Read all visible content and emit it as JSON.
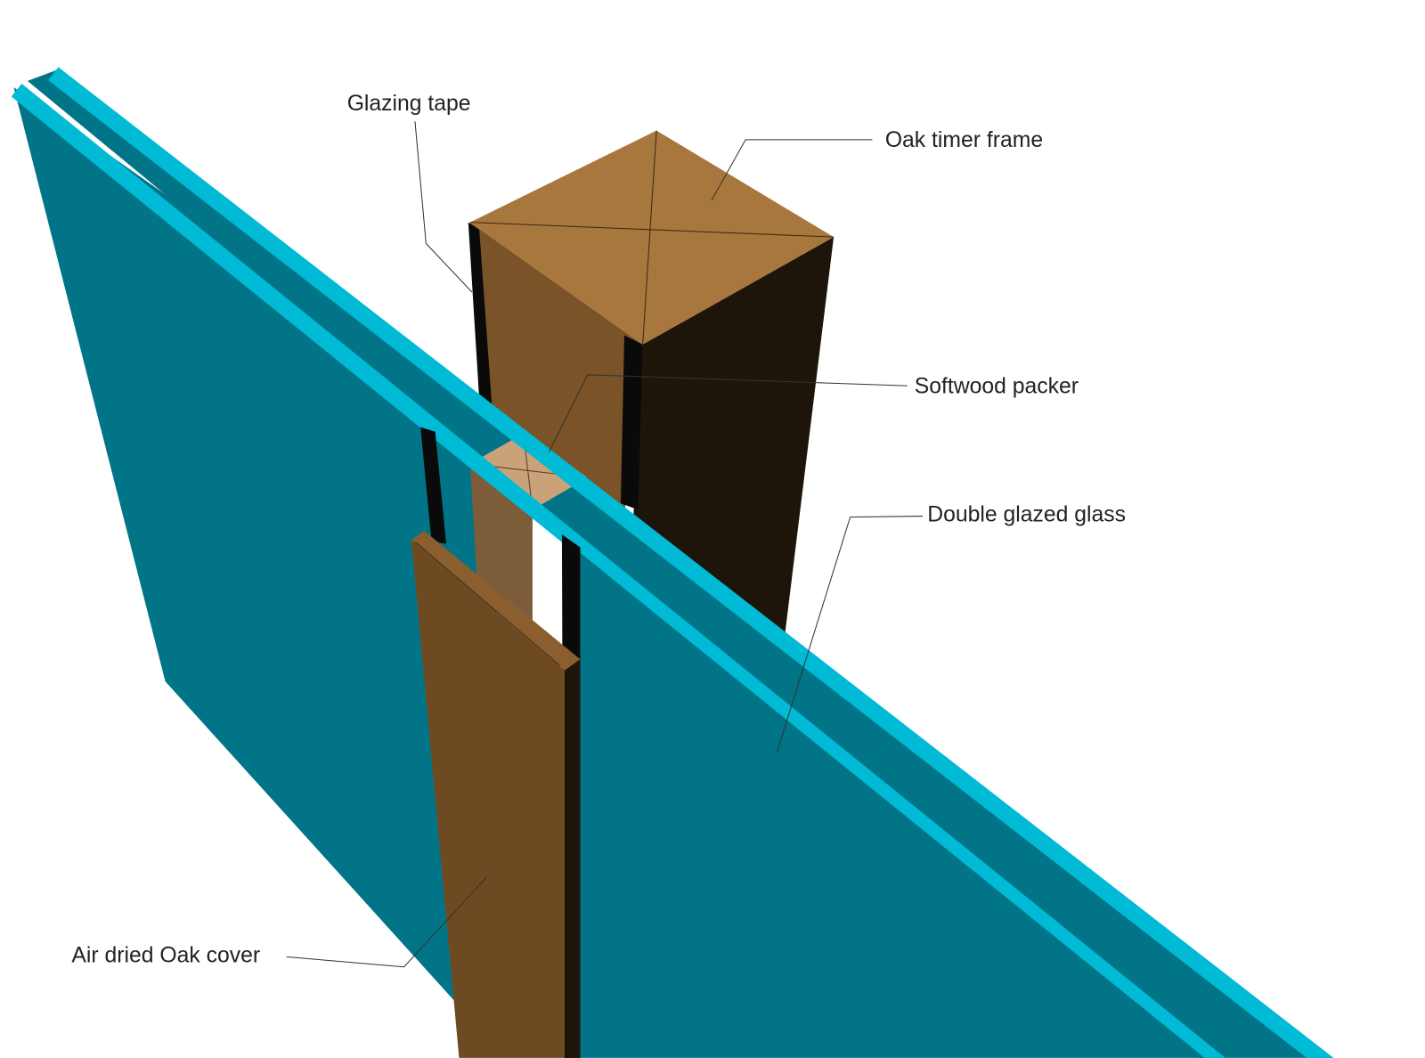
{
  "labels": {
    "glazing_tape": "Glazing tape",
    "oak_frame": "Oak timer frame",
    "softwood_packer": "Softwood packer",
    "double_glazed_glass": "Double glazed glass",
    "oak_cover": "Air dried Oak cover"
  },
  "colors": {
    "glass_face": "#017587",
    "glass_edge": "#00BAD6",
    "oak_top": "#A8773D",
    "oak_side": "#7A5428",
    "oak_dark": "#1E150A",
    "packer_top": "#C9A27A",
    "packer_side": "#7D5C3A",
    "cover_face": "#6E4A22",
    "tape": "#0A0A0A"
  }
}
